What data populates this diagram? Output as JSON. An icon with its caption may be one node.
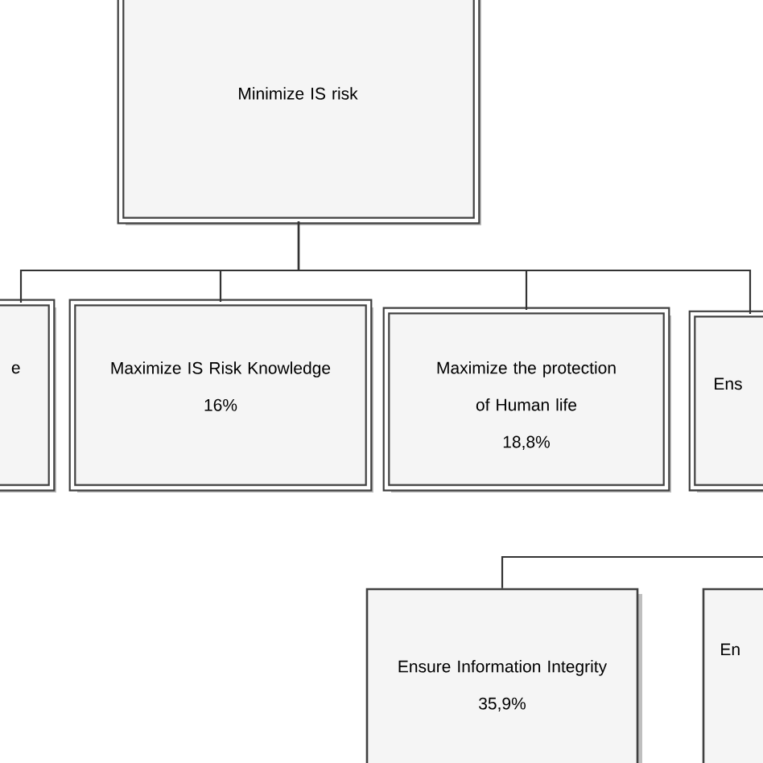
{
  "diagram": {
    "nodes": [
      {
        "text": [
          "Minimize IS risk"
        ]
      },
      {
        "text": [
          "e"
        ]
      },
      {
        "text": [
          "Maximize IS Risk Knowledge",
          "16%"
        ]
      },
      {
        "text": [
          "Maximize the protection of Human life",
          "18,8%"
        ]
      },
      {
        "text": [
          "Ens"
        ]
      },
      {
        "text": [
          "Ensure Information Integrity",
          "35,9%"
        ]
      },
      {
        "text": [
          "En"
        ]
      }
    ],
    "edges": [
      {
        "from": 0,
        "to": 1,
        "arrow": "none"
      },
      {
        "from": 0,
        "to": 2,
        "arrow": "none"
      },
      {
        "from": 0,
        "to": 3,
        "arrow": "none"
      },
      {
        "from": 0,
        "to": 4,
        "arrow": "none"
      },
      {
        "from": null,
        "to": 5,
        "arrow": "none"
      }
    ]
  }
}
